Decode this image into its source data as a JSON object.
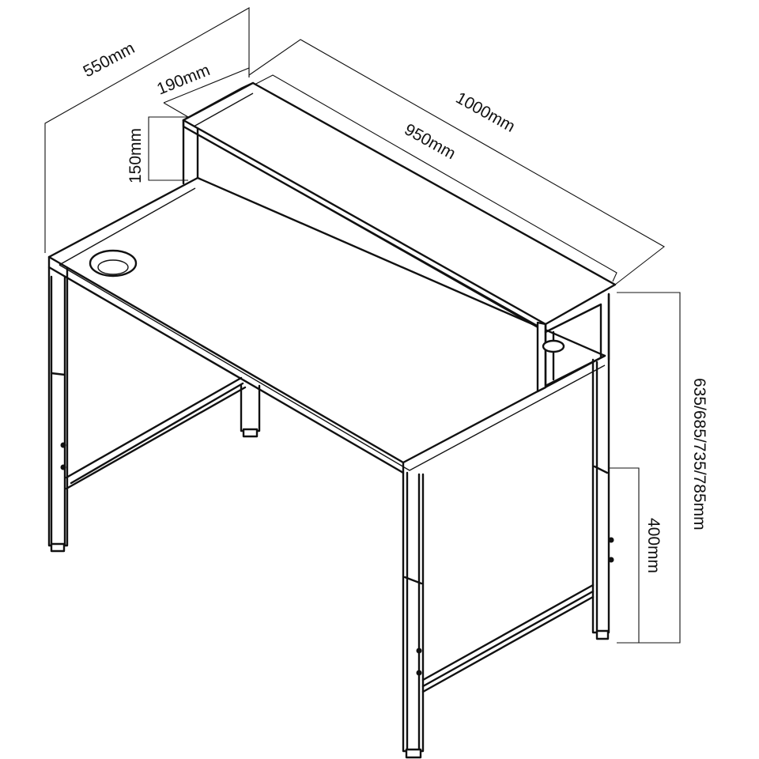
{
  "dimensions": {
    "depth": "550mm",
    "shelf_depth": "190mm",
    "shelf_height": "150mm",
    "overall_width": "1000mm",
    "shelf_width": "950mm",
    "desk_height": "635/685/735/785mm",
    "frame_height": "400mm"
  }
}
